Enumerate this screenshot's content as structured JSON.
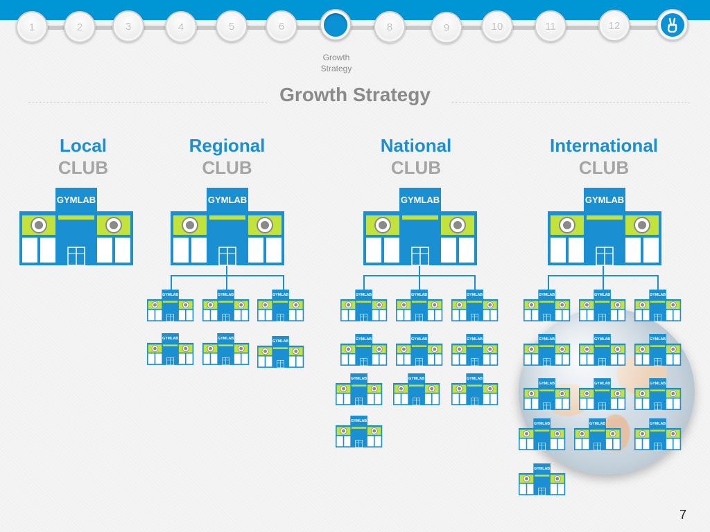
{
  "nav": {
    "steps": [
      "1",
      "2",
      "3",
      "4",
      "5",
      "6",
      "",
      "8",
      "9",
      "10",
      "11",
      "12"
    ],
    "active_caption_line1": "Growth",
    "active_caption_line2": "Strategy",
    "finish_icon": "peace-hand-icon"
  },
  "page": {
    "title": "Growth Strategy",
    "number": "7"
  },
  "columns": [
    {
      "line1": "Local",
      "line2": "CLUB"
    },
    {
      "line1": "Regional",
      "line2": "CLUB"
    },
    {
      "line1": "National",
      "line2": "CLUB"
    },
    {
      "line1": "International",
      "line2": "CLUB"
    }
  ],
  "building": {
    "sign": "GYMLAB",
    "colors": {
      "blue": "#1a8fd2",
      "green": "#c3e23a",
      "white": "#ffffff",
      "gray": "#8a8a8a"
    },
    "left_icon": "wrench-icon",
    "right_icon": "equipment-icon"
  }
}
